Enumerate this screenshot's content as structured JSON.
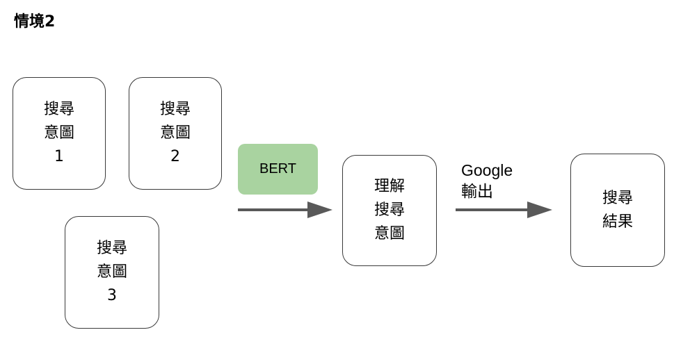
{
  "title": "情境2",
  "nodes": {
    "intent_1": {
      "lines": [
        "搜尋",
        "意圖",
        "1"
      ]
    },
    "intent_2": {
      "lines": [
        "搜尋",
        "意圖",
        "2"
      ]
    },
    "intent_3": {
      "lines": [
        "搜尋",
        "意圖",
        "3"
      ]
    },
    "understand_intent": {
      "lines": [
        "理解",
        "搜尋",
        "意圖"
      ]
    },
    "search_result": {
      "lines": [
        "搜尋",
        "結果"
      ]
    }
  },
  "bert_label": "BERT",
  "google_edge": {
    "lines": [
      "Google",
      "輸出"
    ]
  },
  "colors": {
    "bert_fill": "#a9d3a0",
    "arrow": "#595959",
    "node_border": "#3a3a3a"
  }
}
